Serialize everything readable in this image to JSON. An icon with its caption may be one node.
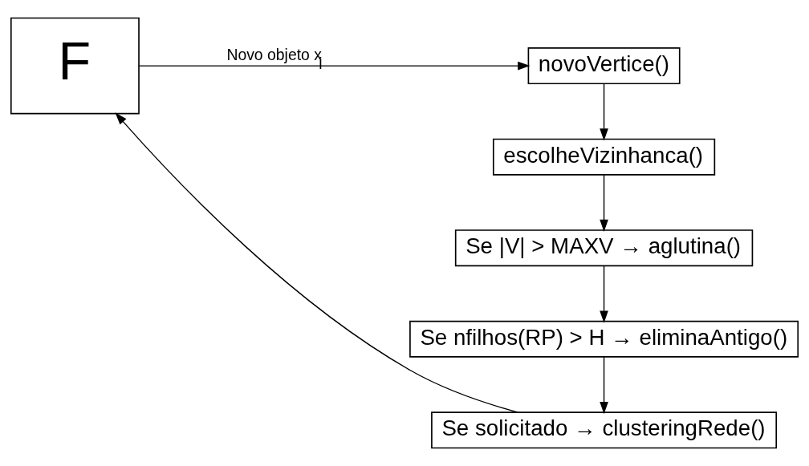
{
  "diagram": {
    "nodes": [
      {
        "text": [
          "F"
        ]
      },
      {
        "text": [
          "novoVertice()"
        ]
      },
      {
        "text": [
          "escolheVizinhanca()"
        ]
      },
      {
        "text": [
          "Se |V| > MAXV → aglutina()"
        ]
      },
      {
        "text": [
          "Se nfilhos(RP) > H → eliminaAntigo()"
        ]
      },
      {
        "text": [
          "Se solicitado → clusteringRede()"
        ]
      }
    ],
    "edges": [
      {
        "from": 0,
        "to": 1,
        "arrow": "to",
        "label": "Novo objeto x$_{i}$"
      },
      {
        "from": 1,
        "to": 2,
        "arrow": "to"
      },
      {
        "from": 2,
        "to": 3,
        "arrow": "to"
      },
      {
        "from": 3,
        "to": 4,
        "arrow": "to"
      },
      {
        "from": 4,
        "to": 5,
        "arrow": "to"
      },
      {
        "from": 5,
        "to": 0,
        "arrow": "to"
      }
    ]
  }
}
